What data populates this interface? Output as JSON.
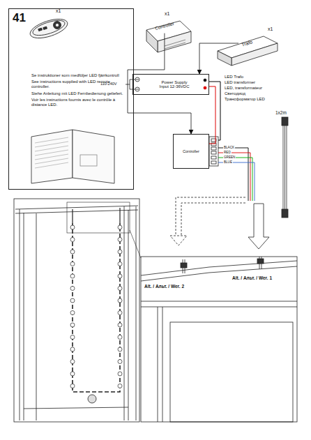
{
  "diagram": {
    "nodes": [
      {
        "text": [
          "Se instruktioner som medföljer LED fjärrkontroll",
          "See instructions supplied with LED remote controller.",
          "Siehe Anleitung mit LED Fernbedienung geliefert.",
          "Voir les instructions fournis avec le contrôle à distance LED."
        ]
      },
      {
        "text": [
          "Controller"
        ]
      },
      {
        "text": [
          "Trafo"
        ]
      },
      {
        "text": [
          "Power Supply",
          "Input 12-36VDC"
        ]
      },
      {
        "text": [
          "Controller"
        ]
      }
    ],
    "edges": [
      {
        "from": 1,
        "to": 4,
        "arrow": "to"
      },
      {
        "from": 2,
        "to": 3,
        "arrow": "to"
      },
      {
        "from": 3,
        "to": 4,
        "arrow": "none"
      }
    ],
    "labels": [
      "41",
      "x1",
      "x1",
      "x1",
      "110-240V",
      "LED Trafo",
      "LED transformer",
      "LED, transformateur",
      "Светодиод",
      "Трансформатор LED",
      "1x2m",
      "BLACK",
      "RED",
      "GREEN",
      "BLUE",
      "Alt. / Альт. / Wer. 2",
      "Alt. / Альт. / Wer. 1"
    ]
  }
}
